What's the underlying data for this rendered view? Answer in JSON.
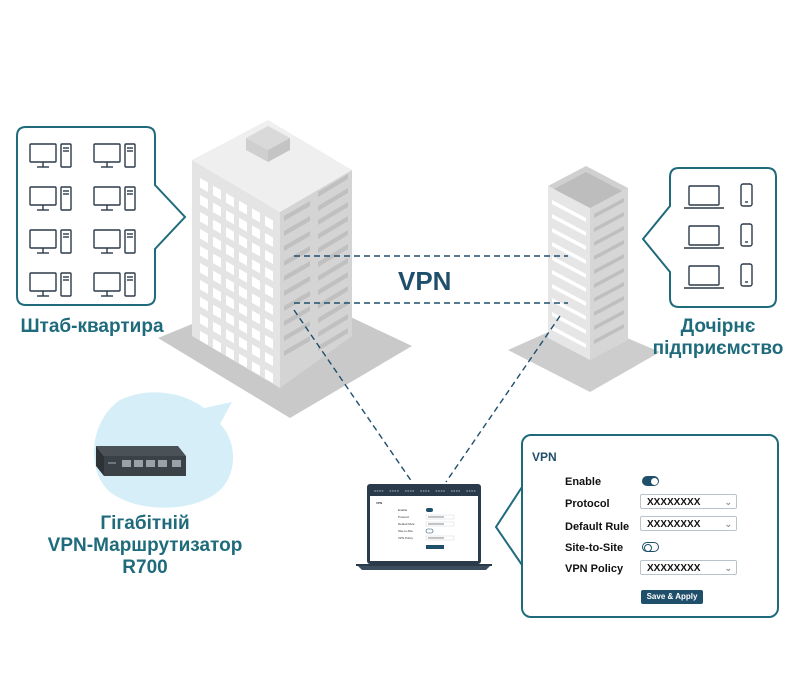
{
  "labels": {
    "hq": "Штаб-квартира",
    "branch_line1": "Дочірнє",
    "branch_line2": "підприємство",
    "router_line1": "Гігабітній",
    "router_line2": "VPN-Маршрутизатор",
    "router_line3": "R700",
    "tunnel": "VPN"
  },
  "settings": {
    "title": "VPN",
    "enable_label": "Enable",
    "enable_on": true,
    "protocol_label": "Protocol",
    "protocol_value": "XXXXXXXX",
    "default_rule_label": "Default Rule",
    "default_rule_value": "XXXXXXXX",
    "site_to_site_label": "Site-to-Site",
    "site_to_site_on": false,
    "vpn_policy_label": "VPN Policy",
    "vpn_policy_value": "XXXXXXXX",
    "save_label": "Save & Apply"
  },
  "laptop_screen": {
    "nav_items": [
      "XXXX",
      "XXXX",
      "XXXX",
      "XXXX",
      "XXXX",
      "XXXX",
      "XXXX"
    ],
    "title": "VPN",
    "rows": [
      "Enable",
      "Protocol",
      "Default Rule",
      "Site-to-Site",
      "VPN Policy"
    ],
    "values": [
      "XXXXXXXX",
      "XXXXXXXX",
      "XXXXXXXX"
    ]
  },
  "colors": {
    "accent": "#1f6b7c",
    "dark_blue": "#1f4f6b",
    "light_blue_bg": "#d6eef8"
  },
  "icons": {
    "hq_devices": "desktop-computer-icon",
    "branch_devices": [
      "laptop-icon",
      "smartphone-icon"
    ]
  }
}
